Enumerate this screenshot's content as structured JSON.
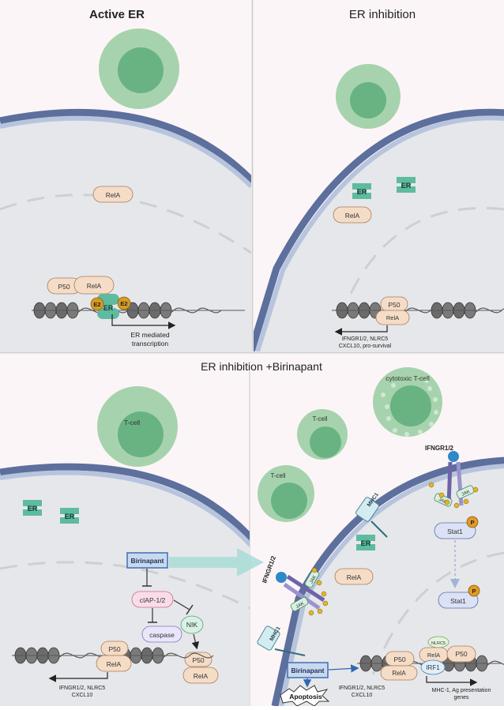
{
  "panels": {
    "active_er": {
      "title": "Active ER",
      "proteins": {
        "rela_free": "RelA",
        "p50": "P50",
        "rela_bound": "RelA",
        "er": "ER",
        "e2_left": "E2",
        "e2_right": "E2"
      },
      "transcription": "ER mediated transcription"
    },
    "er_inhibition": {
      "title": "ER inhibition",
      "proteins": {
        "er_1": "ER",
        "er_2": "ER",
        "rela": "RelA",
        "p50": "P50",
        "rela_bound": "RelA"
      },
      "genes": "IFNGR1/2, NLRC5 CXCL10, pro-survival"
    },
    "combo": {
      "title": "ER inhibition +Birinapant",
      "left": {
        "tcell_label": "T-cell",
        "er_1": "ER",
        "er_2": "ER",
        "birinapant": "Birinapant",
        "ciap": "cIAP-1/2",
        "caspase": "caspase",
        "nik": "NIK",
        "p50_a": "P50",
        "rela_a": "RelA",
        "p50_b": "P50",
        "rela_b": "RelA",
        "genes": "IFNGR1/2, NLRC5 CXCL10"
      },
      "right": {
        "cytotoxic": "cytotoxic T-cell",
        "tcell_1": "T-cell",
        "tcell_2": "T-cell",
        "ifngr_top": "IFNGR1/2",
        "ifngr_mid": "IFNGR1/2",
        "mhc1_top": "MHC1",
        "mhc1_bottom": "MHC1",
        "jak_1": "JAK",
        "jak_2": "JAK",
        "jak_3": "JAK",
        "jak_4": "JAK",
        "stat1_top": "Stat1",
        "stat1_bottom": "Stat1",
        "phospho": "P",
        "phospho_small": "P",
        "er": "ER",
        "rela": "RelA",
        "birinapant": "Birinapant",
        "apoptosis": "Apoptosis",
        "p50": "P50",
        "rela_bound": "RelA",
        "nlrc5": "NLRC5",
        "rela_2": "RelA",
        "p50_2": "P50",
        "irf1": "IRF1",
        "genes_1": "IFNGR1/2, NLRC5 CXCL10",
        "genes_2": "MHC-1, Ag presentation genes"
      }
    }
  },
  "colors": {
    "panel_bg": "#fcf5f7",
    "cell_interior": "#e6e7ea",
    "membrane_outer": "#5d6f9c",
    "membrane_inner": "#b7c4de",
    "tcell_outer": "#a6d3ad",
    "tcell_inner": "#69b382",
    "er": "#5ebb9f",
    "p50_rela": "#f5dcc6",
    "p50_rela_stroke": "#a77d5a",
    "e2": "#d69b25",
    "birinapant": "#c8d9ef",
    "ciap": "#fadce8",
    "caspase": "#e9e6fb",
    "nik": "#d9f0e4",
    "stat1": "#dbe2f5",
    "phospho": "#e19a27",
    "receptor": "#8b83bd",
    "arrow_big": "#a8dcd7",
    "irf1": "#dfeef9",
    "nlrc5": "#e5f2dc"
  }
}
